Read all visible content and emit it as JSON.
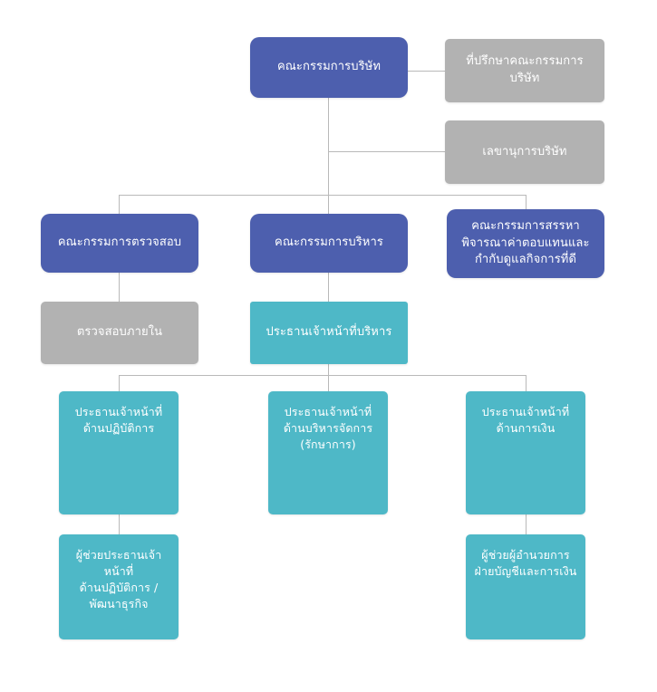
{
  "diagram": {
    "title": "Organization Chart",
    "colors": {
      "blue": "#4d5fae",
      "gray": "#b2b2b2",
      "teal": "#4eb8c7",
      "line": "#b9b9b9",
      "background": "#ffffff",
      "text": "#ffffff"
    }
  },
  "nodes": {
    "board_of_directors": "คณะกรรมการบริษัท",
    "board_advisor": "ที่ปรึกษาคณะกรรมการบริษัท",
    "company_secretary": "เลขานุการบริษัท",
    "audit_committee": "คณะกรรมการตรวจสอบ",
    "executive_committee": "คณะกรรมการบริหาร",
    "nomination_committee": "คณะกรรมการสรรหา\nพิจารณาค่าตอบแทนและ\nกำกับดูแลกิจการที่ดี",
    "internal_audit": "ตรวจสอบภายใน",
    "ceo": "ประธานเจ้าหน้าที่บริหาร",
    "coo": "ประธานเจ้าหน้าที่\nด้านปฏิบัติการ",
    "cao": "ประธานเจ้าหน้าที่\nด้านบริหารจัดการ\n(รักษาการ)",
    "cfo": "ประธานเจ้าหน้าที่\nด้านการเงิน",
    "assistant_coo": "ผู้ช่วยประธานเจ้าหน้าที่\nด้านปฏิบัติการ /\nพัฒนาธุรกิจ",
    "assistant_finance_director": "ผู้ช่วยผู้อำนวยการ\nฝ่ายบัญชีและการเงิน"
  }
}
